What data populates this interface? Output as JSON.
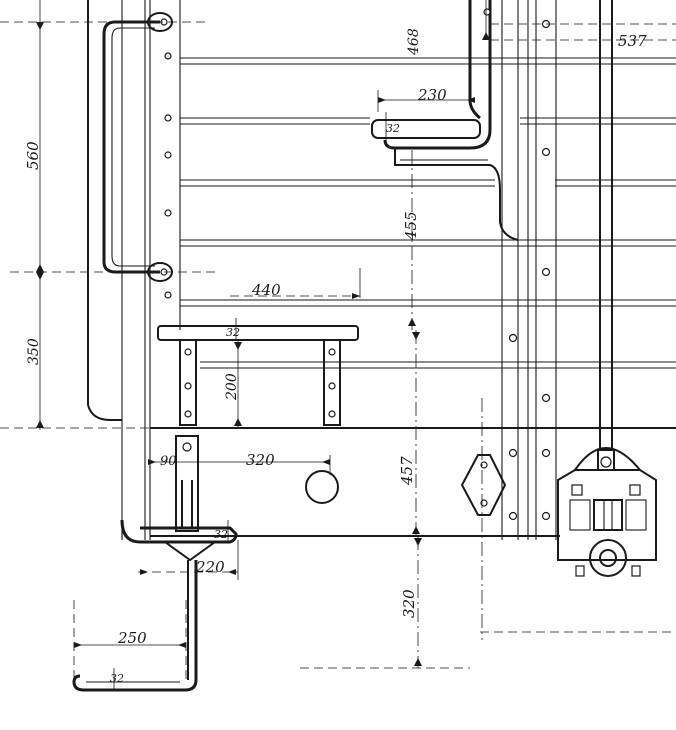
{
  "dimensions": {
    "step_spacing_upper": "560",
    "step_spacing_lower": "350",
    "top_handle_offset": "468",
    "right_edge": "537",
    "upper_step_width": "230",
    "upper_step_thickness": "32",
    "upper_step_height": "455",
    "platform_width": "440",
    "platform_thickness": "32",
    "platform_drop": "200",
    "lower_offset": "457",
    "stirrup_offset": "90",
    "stirrup_span": "320",
    "foot_step_thickness": "32",
    "foot_step_width": "220",
    "bottom_drop": "320",
    "bottom_step_width": "250",
    "bottom_step_thickness": "32"
  },
  "colors": {
    "ink": "#1a1a1a",
    "paper": "#ffffff"
  }
}
